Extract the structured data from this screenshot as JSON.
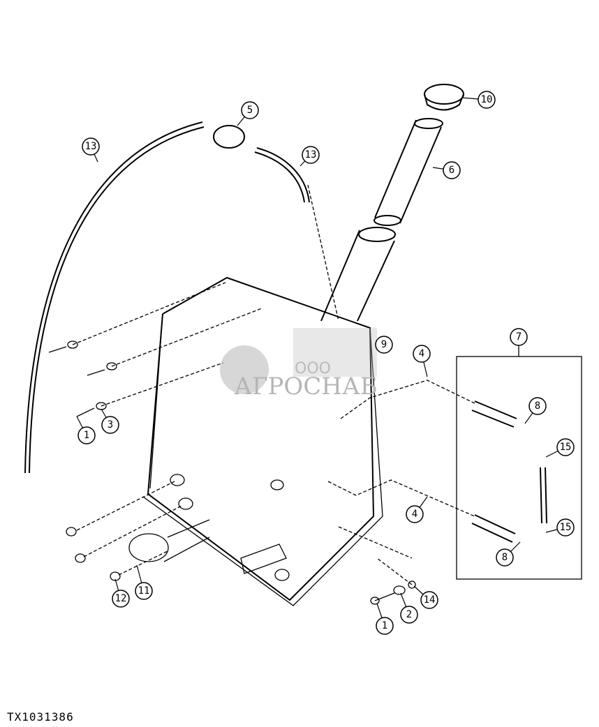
{
  "figure_id": "TX1031386",
  "watermark": {
    "company_prefix": "ООО",
    "company_name": "АГРОСНАБ"
  },
  "callouts": [
    "10",
    "5",
    "13",
    "13",
    "6",
    "7",
    "9",
    "4",
    "8",
    "3",
    "1",
    "15",
    "4",
    "15",
    "8",
    "11",
    "12",
    "14",
    "2",
    "1"
  ]
}
